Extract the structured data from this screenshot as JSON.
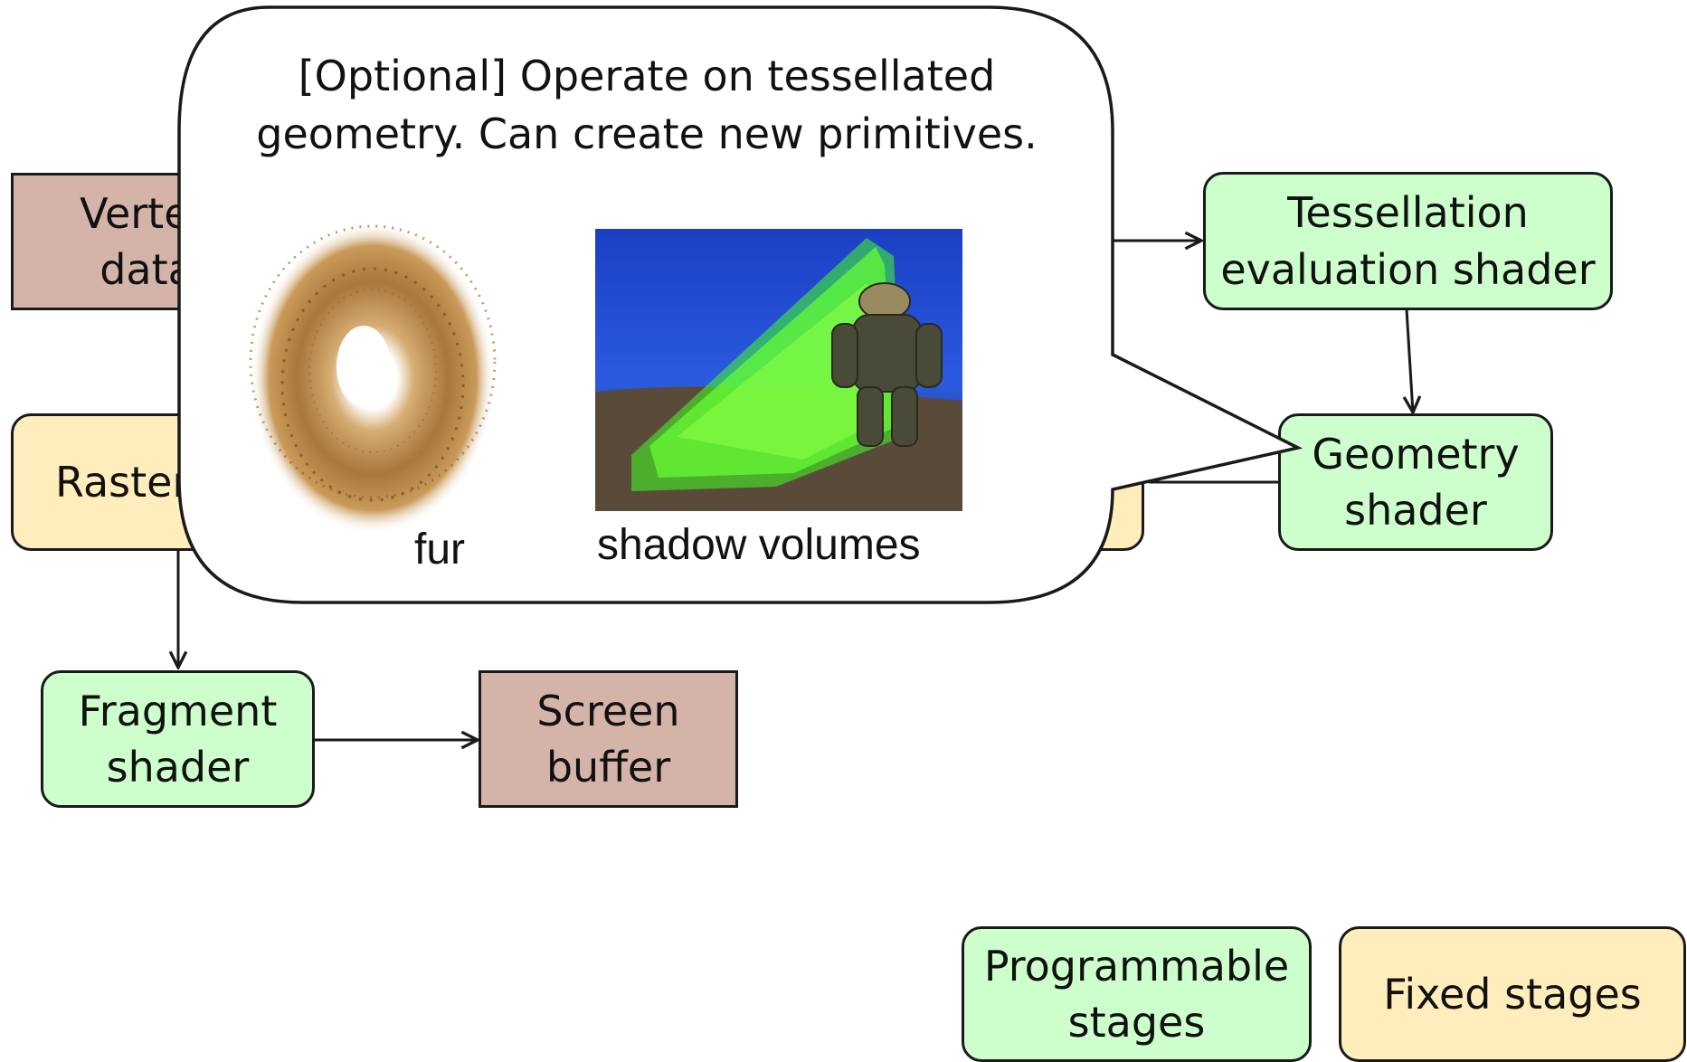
{
  "stages": {
    "vertex_data": {
      "line1": "Vertex",
      "line2": "data"
    },
    "rasterization": {
      "line1": "Rasterization"
    },
    "fragment_shader": {
      "line1": "Fragment",
      "line2": "shader"
    },
    "screen_buffer": {
      "line1": "Screen",
      "line2": "buffer"
    },
    "tess_eval_shader": {
      "line1": "Tessellation",
      "line2": "evaluation shader"
    },
    "geometry_shader": {
      "line1": "Geometry",
      "line2": "shader"
    }
  },
  "legend": {
    "programmable": {
      "line1": "Programmable",
      "line2": "stages"
    },
    "fixed": {
      "line1": "Fixed stages"
    }
  },
  "callout": {
    "line1": "[Optional] Operate on tessellated",
    "line2": "geometry. Can create new primitives.",
    "caption_fur": "fur",
    "caption_shadow": "shadow volumes"
  },
  "colors": {
    "programmable": "#ccffcc",
    "fixed": "#ffeebb",
    "io": "#d4b4a8"
  }
}
